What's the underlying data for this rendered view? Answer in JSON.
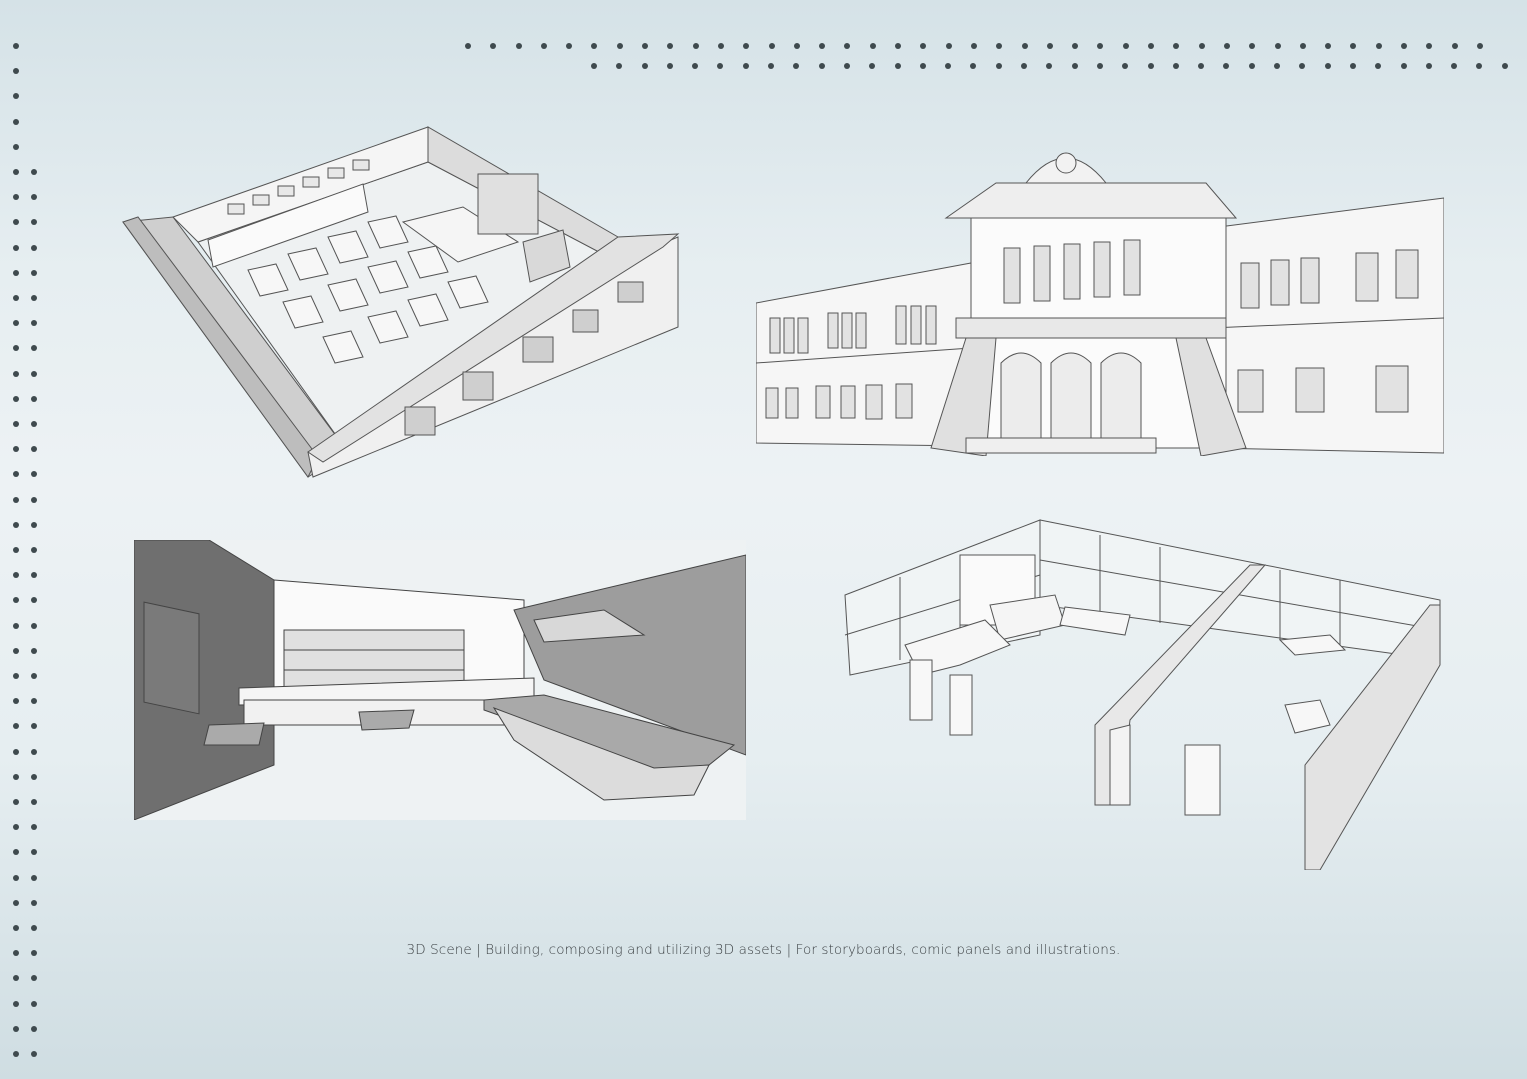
{
  "page": {
    "caption": "3D Scene | Building, composing and utilizing 3D assets | For storyboards, comic panels and illustrations."
  },
  "panels": [
    {
      "id": "classroom",
      "description": "Isometric 3D classroom model with desks, stools, teacher platform and lockers"
    },
    {
      "id": "building-facade",
      "description": "Classical building facade with arched windows, central portico and steps"
    },
    {
      "id": "bar-room",
      "description": "Bar interior with bottle shelves, bar stools, high tables, pendant lamps and pool table"
    },
    {
      "id": "loft-apartment",
      "description": "Open loft apartment with kitchen, sofa, dining table, office desk and partition walls"
    }
  ],
  "colors": {
    "dot": "#3f4a4e",
    "caption_text": "#3a3f42",
    "model_line": "#555555",
    "model_fill": "#f2f2f2",
    "model_shade": "#d0d0d0",
    "dark_wall": "#6e6e6e",
    "mid_wall": "#9a9a9a"
  }
}
